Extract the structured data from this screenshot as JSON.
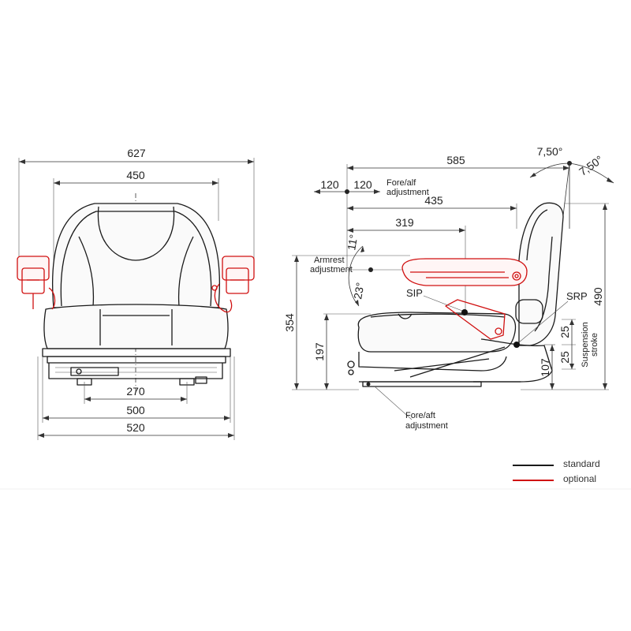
{
  "front_view": {
    "width_627": "627",
    "width_450": "450",
    "width_270": "270",
    "width_500": "500",
    "width_520": "520"
  },
  "side_view": {
    "depth_585": "585",
    "fore_aft_120_left": "120",
    "fore_aft_120_right": "120",
    "fore_aft_label_top_line1": "Fore/alf",
    "fore_aft_label_top_line2": "adjustment",
    "depth_435": "435",
    "depth_319": "319",
    "backrest_angle_1": "7,50°",
    "backrest_angle_2": "7,50°",
    "armrest_angle_up": "11°",
    "armrest_angle_down": "23°",
    "armrest_label_line1": "Armrest",
    "armrest_label_line2": "adjustment",
    "sip_label": "SIP",
    "srp_label": "SRP",
    "height_354": "354",
    "height_197": "197",
    "height_490": "490",
    "height_107": "107",
    "stroke_25_top": "25",
    "stroke_25_bottom": "25",
    "suspension_label_line1": "Suspension",
    "suspension_label_line2": "stroke",
    "fore_aft_label_bottom_line1": "Fore/aft",
    "fore_aft_label_bottom_line2": "adjustment"
  },
  "legend": {
    "standard_label": "standard",
    "standard_color": "#1a1a1a",
    "optional_label": "optional",
    "optional_color": "#d01010"
  }
}
